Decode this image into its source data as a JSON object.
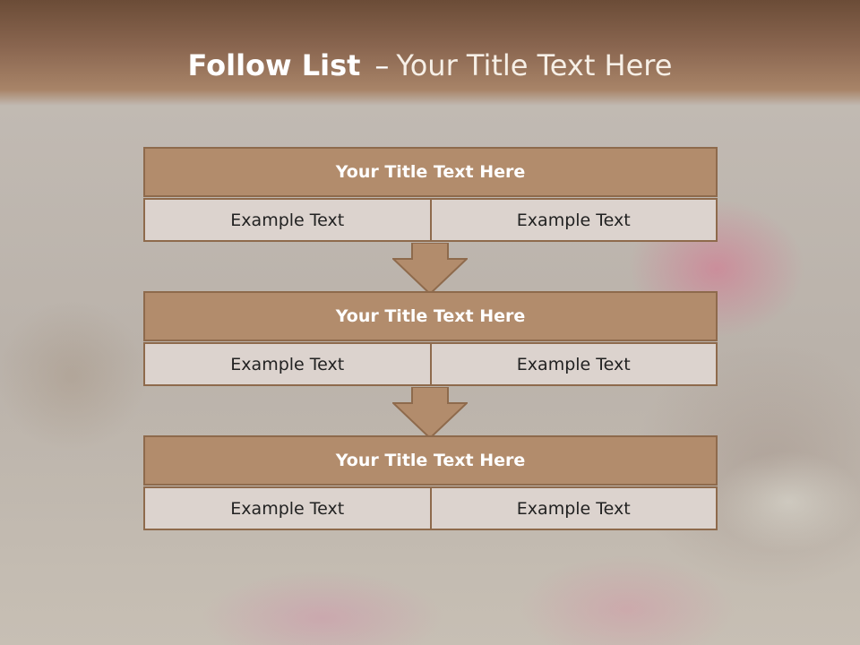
{
  "slide": {
    "title_bold": "Follow List",
    "title_dash": "–",
    "title_rest": "Your Title Text Here"
  },
  "blocks": [
    {
      "title": "Your Title Text Here",
      "left": "Example Text",
      "right": "Example Text"
    },
    {
      "title": "Your Title Text Here",
      "left": "Example Text",
      "right": "Example Text"
    },
    {
      "title": "Your Title Text Here",
      "left": "Example Text",
      "right": "Example Text"
    }
  ],
  "icons": [
    "down-arrow-icon",
    "down-arrow-icon"
  ],
  "colors": {
    "banner": "#8a6650",
    "header_fill": "#b28c6c",
    "border": "#8e6a4c",
    "cell_fill": "#dcd3ce"
  }
}
